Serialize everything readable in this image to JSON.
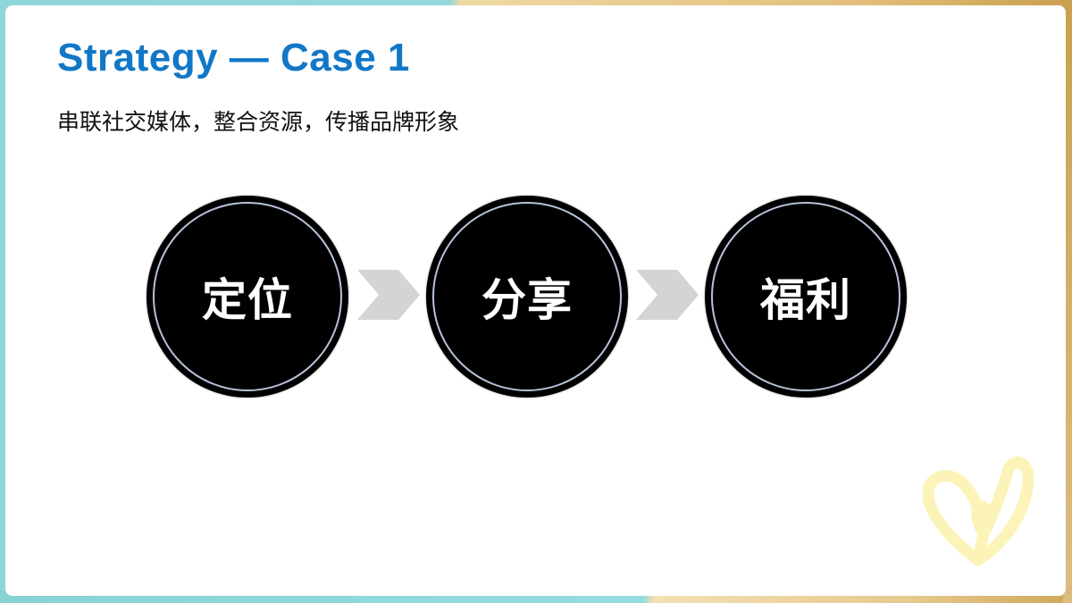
{
  "slide": {
    "title": "Strategy — Case 1",
    "subtitle": "串联社交媒体，整合资源，传播品牌形象",
    "colors": {
      "title": "#1177c7",
      "circle_fill": "#000000",
      "circle_ring": "#b5c2d8",
      "arrow": "#d4d4d4",
      "heart": "#fbf3b8",
      "frame_left": "#8fd6d8",
      "frame_right": "#c9a04e"
    }
  },
  "steps": [
    {
      "label": "定位"
    },
    {
      "label": "分享"
    },
    {
      "label": "福利"
    }
  ],
  "connectors": [
    {
      "icon": "chevron-right-icon"
    },
    {
      "icon": "chevron-right-icon"
    }
  ],
  "decoration": {
    "icon": "heart-icon"
  }
}
